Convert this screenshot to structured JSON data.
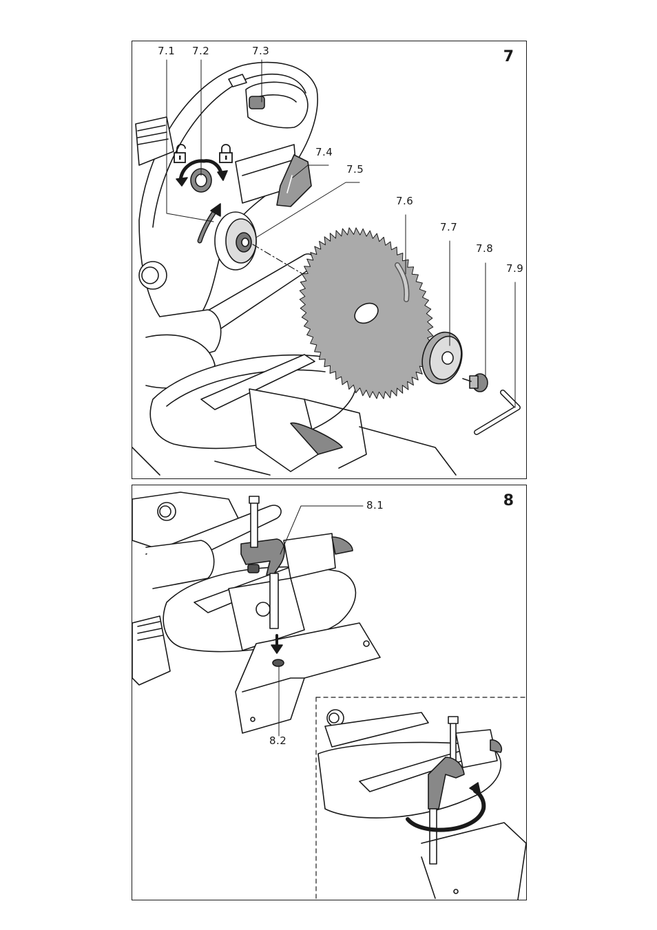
{
  "figure7": {
    "number": "7",
    "labels": [
      "7.1",
      "7.2",
      "7.3",
      "7.4",
      "7.5",
      "7.6",
      "7.7",
      "7.8",
      "7.9"
    ],
    "icons": [
      "unlock-icon",
      "lock-icon"
    ]
  },
  "figure8": {
    "number": "8",
    "labels": [
      "8.1",
      "8.2"
    ]
  }
}
